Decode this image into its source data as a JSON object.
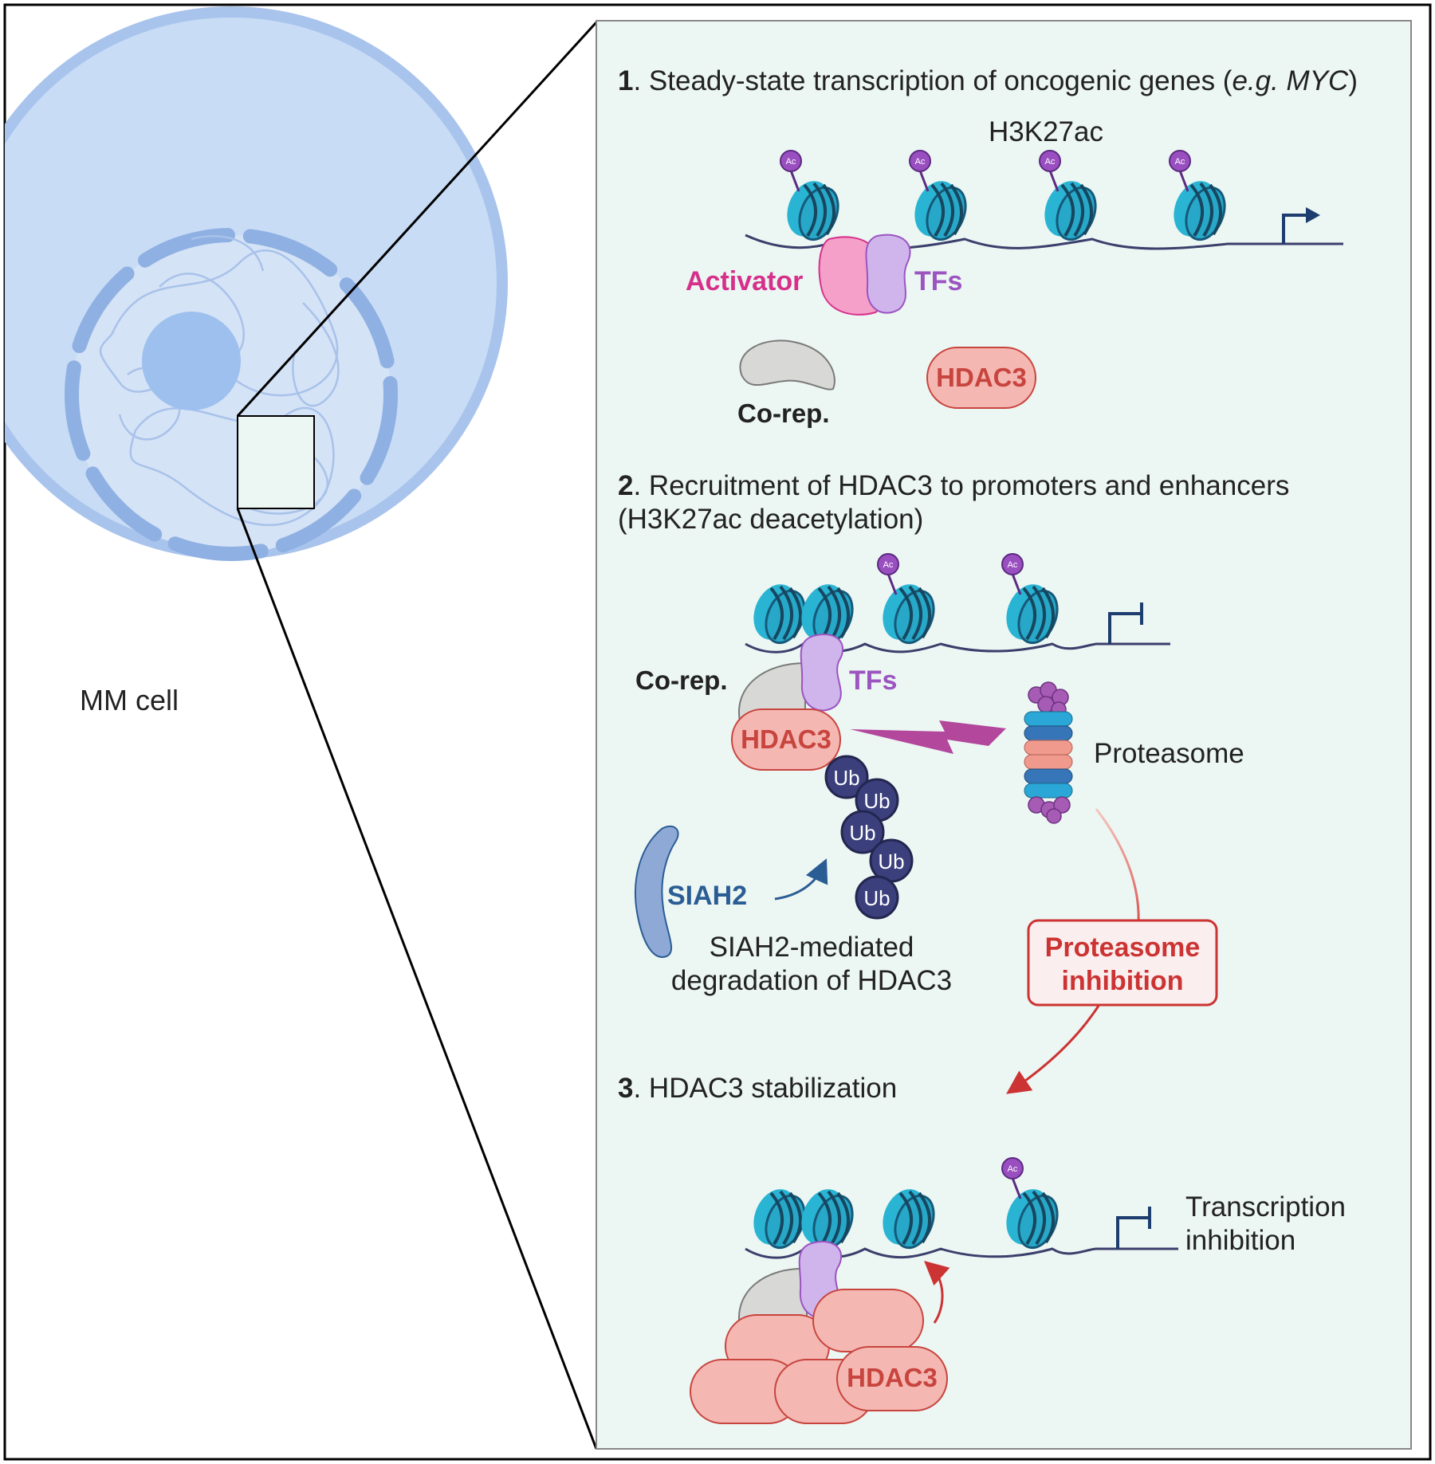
{
  "cell": {
    "label": "MM cell"
  },
  "panel": {
    "step1": {
      "num": "1",
      "title_text": ". Steady-state transcription of oncogenic genes (",
      "title_italic": "e.g. MYC",
      "title_close": ")"
    },
    "h3k27ac": "H3K27ac",
    "ac": "Ac",
    "activator": "Activator",
    "tfs": "TFs",
    "corep": "Co-rep.",
    "hdac3": "HDAC3",
    "step2": {
      "num": "2",
      "line1": ". Recruitment of HDAC3 to promoters and enhancers",
      "line2": "(H3K27ac deacetylation)"
    },
    "ub": "Ub",
    "proteasome": "Proteasome",
    "siah2": "SIAH2",
    "siah2_caption": [
      "SIAH2-mediated",
      "degradation of HDAC3"
    ],
    "proteasome_inhibition": [
      "Proteasome",
      "inhibition"
    ],
    "step3": {
      "num": "3",
      "title": ". HDAC3 stabilization"
    },
    "transcription_inhibition": [
      "Transcription",
      "inhibition"
    ]
  },
  "colors": {
    "cell_fill": "#c8dcf5",
    "cell_border": "#a9c4ec",
    "panel_fill": "#ecf6f3",
    "activator": "#d6308a",
    "tfs": "#9b54c0",
    "hdac3_text": "#c8443e",
    "hdac3_fill": "#f4b7b2",
    "siah2": "#2b5d95",
    "nucleosome": "#2ab4d4",
    "ub": "#3b3f7c",
    "inhibition_red": "#cc3333"
  }
}
